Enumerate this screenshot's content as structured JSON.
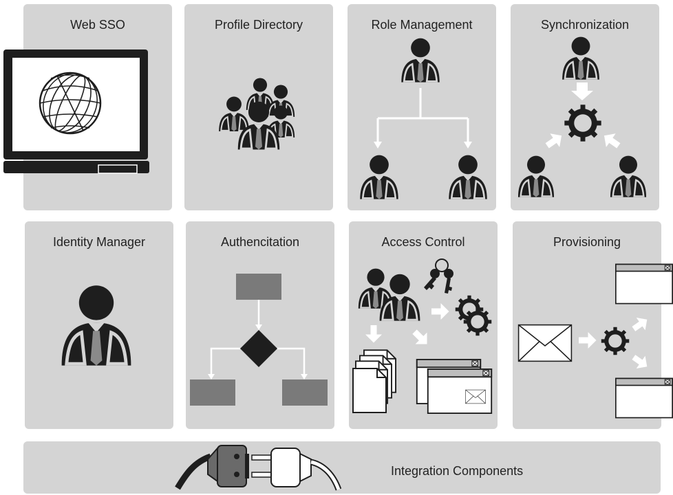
{
  "tiles": {
    "web_sso": "Web SSO",
    "profile_directory": "Profile Directory",
    "role_management": "Role Management",
    "synchronization": "Synchronization",
    "identity_manager": "Identity Manager",
    "authentication": "Authencitation",
    "access_control": "Access Control",
    "provisioning": "Provisioning"
  },
  "integration": {
    "label": "Integration Components"
  },
  "colors": {
    "tile_bg": "#d4d4d4",
    "figure": "#1e1e1e",
    "box_gray": "#7a7a7a",
    "white": "#ffffff"
  }
}
